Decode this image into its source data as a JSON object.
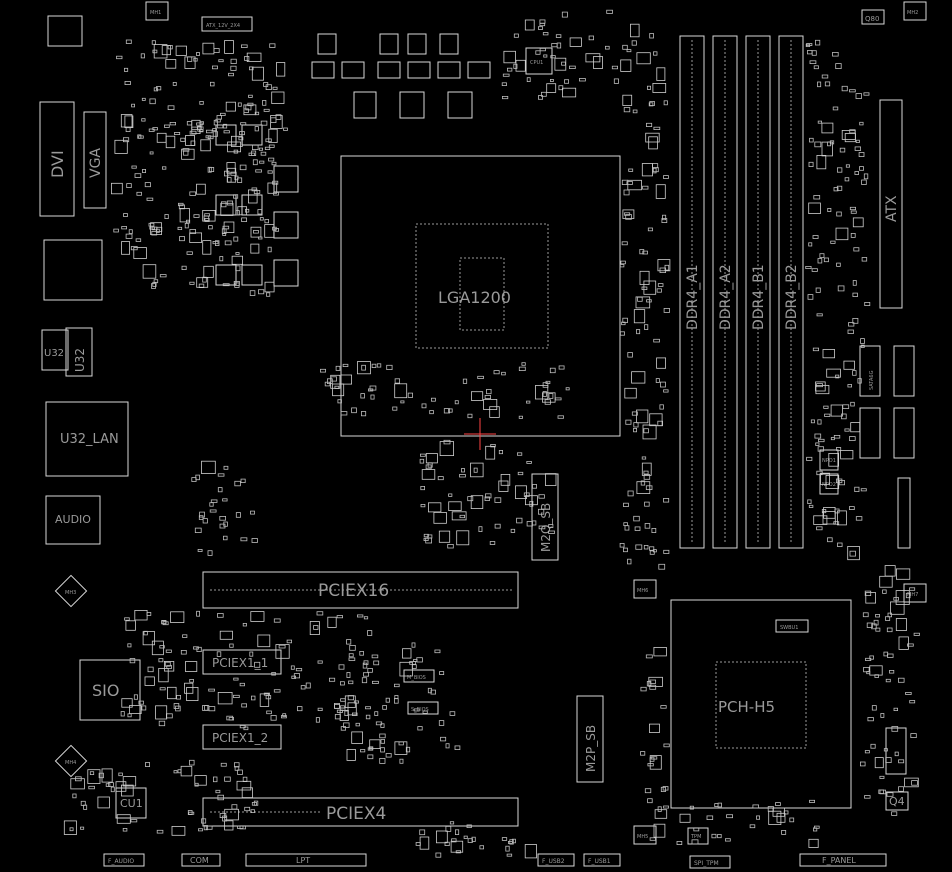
{
  "board": {
    "background": "#000000",
    "outline_color": "#d8d8d8",
    "label_color": "#9a9a9a",
    "marker_color": "#ff4444"
  },
  "labels": {
    "cpu_socket": "LGA1200",
    "chipset": "PCH-H5",
    "pciex16": "PCIEX16",
    "pciex4": "PCIEX4",
    "pciex1_1": "PCIEX1_1",
    "pciex1_2": "PCIEX1_2",
    "dimm_a1": "DDR4_A1",
    "dimm_a2": "DDR4_A2",
    "dimm_b1": "DDR4_B1",
    "dimm_b2": "DDR4_B2",
    "atx": "ATX",
    "dvi": "DVI",
    "vga": "VGA",
    "u32": "U32",
    "u32_lan": "U32_LAN",
    "audio": "AUDIO",
    "sio": "SIO",
    "cu1": "CU1",
    "q4": "Q4",
    "m2q_sb": "M2Q_SB",
    "m2p_sb": "M2P_SB",
    "f_audio": "F_AUDIO",
    "com": "COM",
    "lpt": "LPT",
    "f_usb2": "F_USB2",
    "f_usb1": "F_USB1",
    "spi_tpm": "SPI_TPM",
    "f_panel": "F_PANEL",
    "atx_12v": "ATX_12V_2X4",
    "tpm": "TPM",
    "mh1": "MH1",
    "mh2": "MH2",
    "mh3": "MH3",
    "mh4": "MH4",
    "mh5": "MH5",
    "mh6": "MH6",
    "mh7": "MH7",
    "q80": "Q80",
    "sata": "SATA6G",
    "fp_bios": "M_BIOS",
    "s_bios": "S_BIOS",
    "swbu1": "SWBU1",
    "cpu1": "CPU1",
    "npo1": "NPO1",
    "npo2": "NPO2"
  }
}
